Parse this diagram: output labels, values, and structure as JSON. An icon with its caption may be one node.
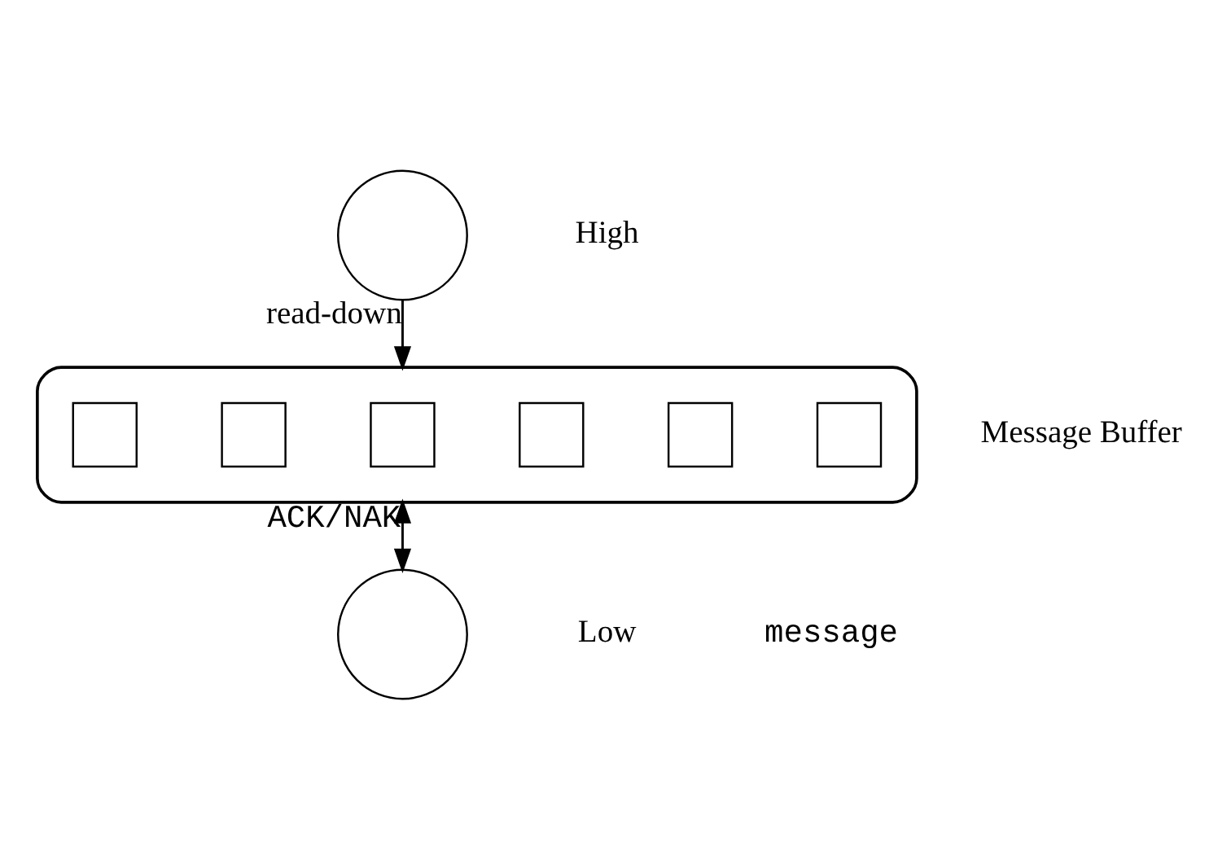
{
  "diagram": {
    "nodes": [
      {
        "text": [],
        "shape": "circle",
        "beside": [
          "High"
        ]
      },
      {
        "text": [],
        "shape": "box",
        "beside": [
          "Message Buffer"
        ]
      },
      {
        "text": [],
        "shape": "box",
        "in": 1
      },
      {
        "text": [],
        "shape": "box",
        "in": 1
      },
      {
        "text": [],
        "shape": "box",
        "in": 1
      },
      {
        "text": [],
        "shape": "box",
        "in": 1
      },
      {
        "text": [],
        "shape": "box",
        "in": 1
      },
      {
        "text": [],
        "shape": "box",
        "in": 1
      },
      {
        "text": [],
        "shape": "circle",
        "beside": [
          "Low"
        ]
      }
    ],
    "edges": [
      {
        "from": 0,
        "to": 1,
        "arrow": "to",
        "label": "read-down"
      },
      {
        "from": 1,
        "to": 8,
        "arrow": "both",
        "label": "ACK/NAK"
      }
    ],
    "labels": [
      "message"
    ]
  }
}
